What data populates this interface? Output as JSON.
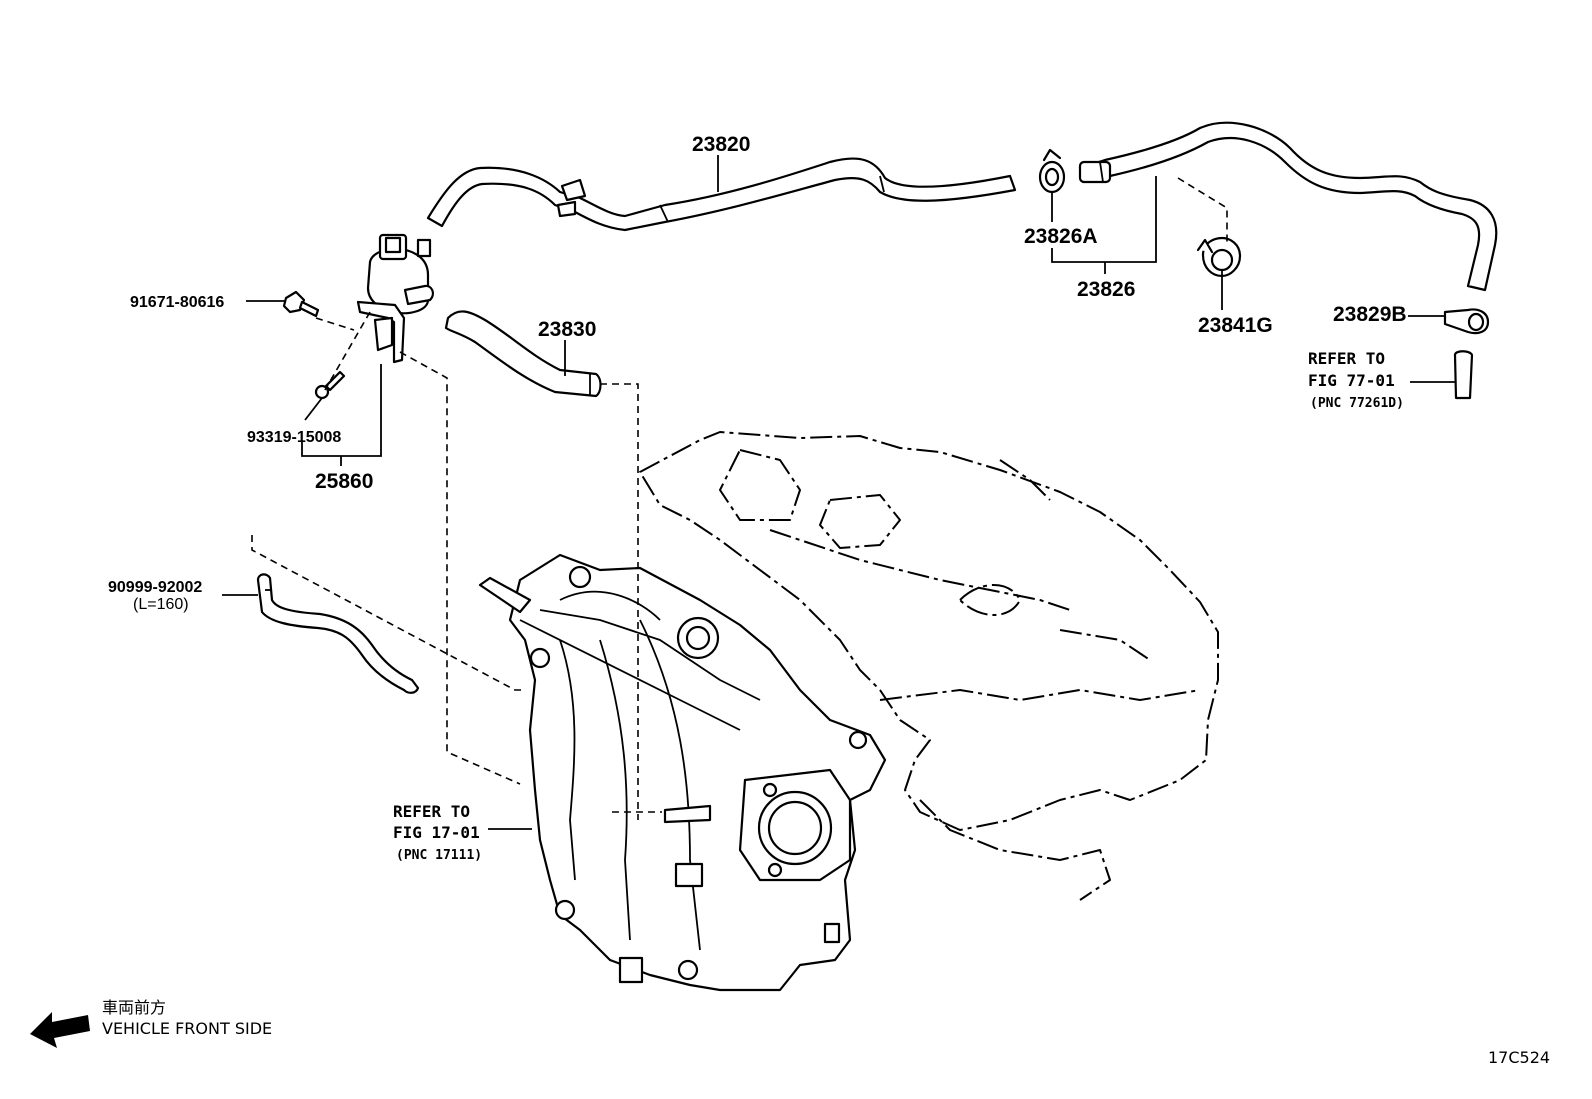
{
  "figure_code": "17C524",
  "front_indicator": {
    "label_jp": "車両前方",
    "label_en": "VEHICLE FRONT SIDE"
  },
  "parts": {
    "hose_23820": "23820",
    "hose_23830": "23830",
    "clamp_23826a": "23826A",
    "assy_23826": "23826",
    "clamp_23841g": "23841G",
    "clamp_23829b": "23829B",
    "bolt_91671": "91671-80616",
    "screw_93319": "93319-15008",
    "valve_25860": "25860",
    "hose_90999": "90999-92002",
    "hose_90999_length": "(L=160)"
  },
  "references": {
    "fig77": {
      "line1": "REFER TO",
      "line2": "FIG 77-01",
      "line3": "(PNC 77261D)"
    },
    "fig17": {
      "line1": "REFER TO",
      "line2": "FIG 17-01",
      "line3": "(PNC 17111)"
    }
  }
}
